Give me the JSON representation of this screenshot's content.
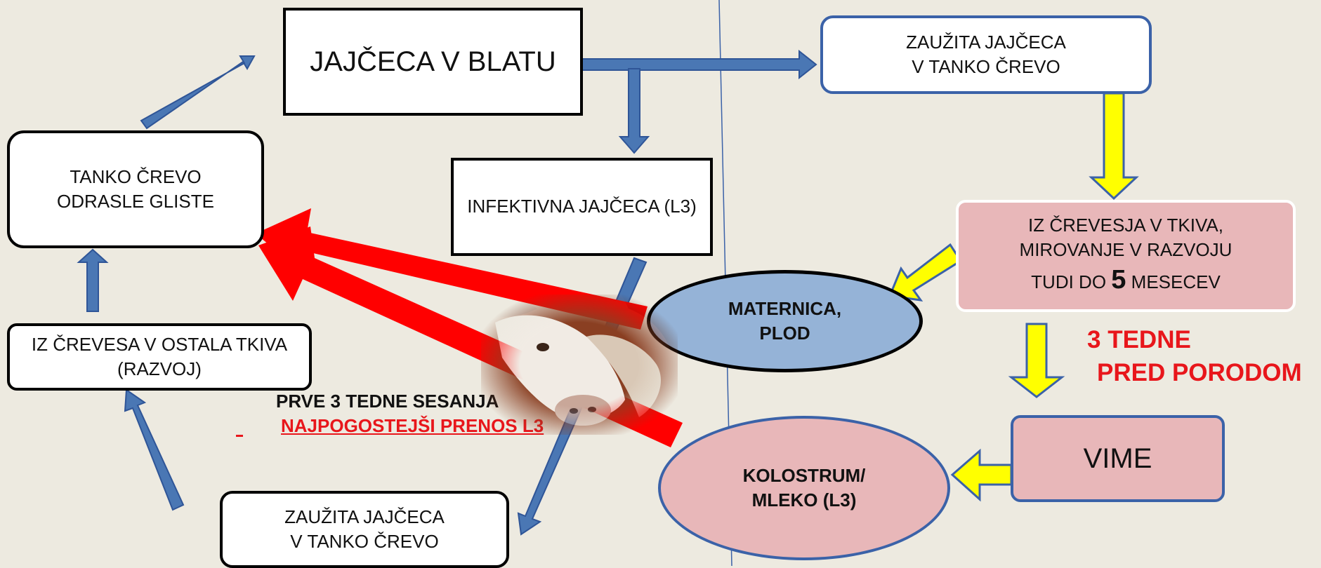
{
  "nodes": {
    "eggs_in_feces": "JAJČECA V BLATU",
    "eaten_eggs_right": [
      "ZAUŽITA JAJČECA",
      "V TANKO ČREVO"
    ],
    "small_intestine": [
      "TANKO ČREVO",
      "ODRASLE GLISTE"
    ],
    "infective_eggs": "INFEKTIVNA JAJČECA (L3)",
    "intestine_to_tissues_right": [
      "IZ ČREVESJA V TKIVA,",
      "MIROVANJE V RAZVOJU"
    ],
    "dormancy_prefix": "TUDI DO",
    "dormancy_number": "5",
    "dormancy_suffix": "MESECEV",
    "intestine_to_tissues_left": [
      "IZ ČREVESA V OSTALA TKIVA",
      "(RAZVOJ)"
    ],
    "uterus": [
      "MATERNICA,",
      "PLOD"
    ],
    "udder": "VIME",
    "colostrum": [
      "KOLOSTRUM/",
      "MLEKO (L3)"
    ],
    "eaten_eggs_left": [
      "ZAUŽITA JAJČECA",
      "V TANKO ČREVO"
    ]
  },
  "labels": {
    "three_weeks": [
      "3 TEDNE",
      "PRED PORODOM"
    ],
    "first_weeks": "PRVE 3 TEDNE SESANJA",
    "most_common": "NAJPOGOSTEJŠI PRENOS L3"
  },
  "colors": {
    "background": "#edeae0",
    "blue_arrow": "#4a77b4",
    "yellow_arrow": "#ffff00",
    "red_arrow": "#ff0000",
    "pink_box": "#e8b7b9",
    "blue_ellipse": "#95b3d7",
    "red_text": "#e8161b"
  },
  "image": "cow-head-photo"
}
